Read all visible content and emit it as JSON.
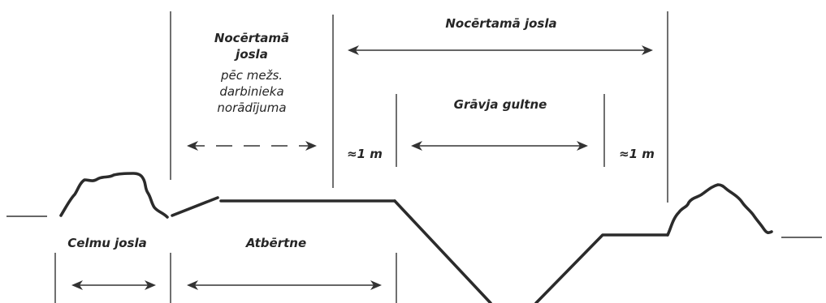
{
  "labels": {
    "nocertama_josla_top": "Nocērtamā josla",
    "nocertama_josla_left_line1": "Nocērtamā",
    "nocertama_josla_left_line2": "josla",
    "note_line1": "pēc mežs.",
    "note_line2": "darbinieka",
    "note_line3": "norādījuma",
    "gravja_gultne": "Grāvja gultne",
    "approx_left": "≈1 m",
    "approx_right": "≈1 m",
    "celmu_josla": "Celmu josla",
    "atbertne": "Atbērtne"
  }
}
